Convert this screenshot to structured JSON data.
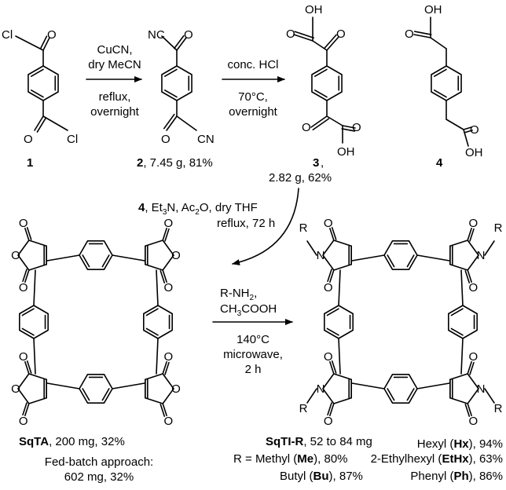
{
  "compound1": {
    "number": "1",
    "atoms": {
      "Cl_top": "Cl",
      "O_top": "O",
      "Cl_bot": "Cl",
      "O_bot": "O"
    }
  },
  "step1": {
    "above": [
      "CuCN,",
      "dry MeCN"
    ],
    "below": [
      "reflux,",
      "overnight"
    ]
  },
  "compound2": {
    "number": "2",
    "yield": ", 7.45 g, 81%",
    "atoms": {
      "NC_top": "NC",
      "O_top": "O",
      "O_bot": "O",
      "CN_bot": "CN"
    }
  },
  "step2": {
    "above": [
      "conc. HCl"
    ],
    "below": [
      "70°C,",
      "overnight"
    ]
  },
  "compound3": {
    "number": "3",
    "comma": ",",
    "yield": "2.82 g, 62%",
    "atoms": {
      "OH_top": "OH",
      "O_top1": "O",
      "O_top2": "O",
      "O_bot1": "O",
      "O_bot2": "O",
      "OH_bot": "OH"
    }
  },
  "compound4": {
    "number": "4",
    "atoms": {
      "OH_top": "OH",
      "O_top": "O",
      "O_bot": "O",
      "OH_bot": "OH"
    }
  },
  "step3": {
    "reagent_number": "4",
    "line1_rest": ", Et",
    "line1_sub1": "3",
    "line1_mid": "N, Ac",
    "line1_sub2": "2",
    "line1_end": "O, dry THF",
    "line2": "reflux, 72 h"
  },
  "step4": {
    "line1": "R-NH",
    "line1_sub": "2",
    "line1_end": ",",
    "line2_a": "CH",
    "line2_sub": "3",
    "line2_b": "COOH",
    "below": [
      "140°C",
      "microwave,",
      "2 h"
    ]
  },
  "sqta": {
    "name": "SqTA",
    "yield": ", 200 mg, 32%",
    "fed_batch": [
      "Fed-batch approach:",
      "602 mg, 32%"
    ],
    "atom_O": "O"
  },
  "sqti": {
    "name": "SqTI-R",
    "yield": ", 52 to 84 mg",
    "atom_O": "O",
    "atom_N": "N",
    "atom_R": "R",
    "r_prefix": "R = ",
    "substituents": [
      {
        "name": "Methyl",
        "code": "Me",
        "yield": "80%"
      },
      {
        "name": "Butyl",
        "code": "Bu",
        "yield": "87%"
      },
      {
        "name": "Hexyl",
        "code": "Hx",
        "yield": "94%"
      },
      {
        "name": "2-Ethylhexyl",
        "code": "EtHx",
        "yield": "63%"
      },
      {
        "name": "Phenyl",
        "code": "Ph",
        "yield": "86%"
      }
    ]
  }
}
